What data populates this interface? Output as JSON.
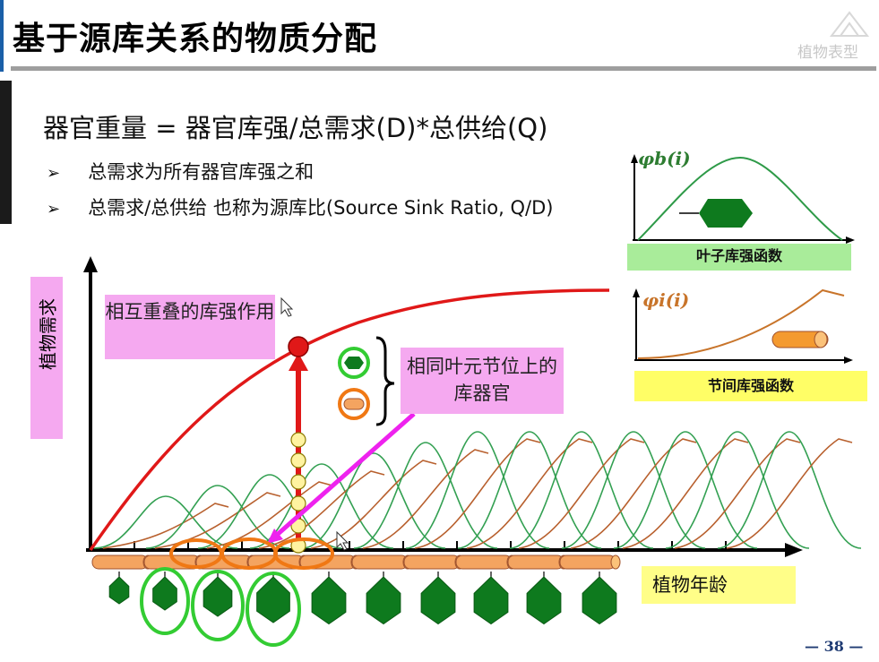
{
  "slide": {
    "title": "基于源库关系的物质分配",
    "formula": "器官重量 = 器官库强/总需求(D)*总供给(Q)",
    "bullets": [
      "总需求为所有器官库强之和",
      "总需求/总供给 也称为源库比(Source Sink Ratio, Q/D)"
    ],
    "bullet_marker": "➢",
    "watermark": "植物表型",
    "page_number": "— 38 —"
  },
  "annotations": {
    "overlap_label": "相互重叠的库强作用",
    "same_node_label": "相同叶元节位上的库器官",
    "y_axis_label": "植物需求",
    "x_axis_label": "植物年龄"
  },
  "insets": {
    "leaf": {
      "func_label": "φb(i)",
      "caption": "叶子库强函数",
      "curve_color": "#2e9a48"
    },
    "internode": {
      "func_label": "φi(i)",
      "caption": "节间库强函数",
      "curve_color": "#c8742a"
    }
  },
  "colors": {
    "total_demand": "#e01818",
    "leaf_curve": "#33a052",
    "internode_curve": "#b8602e",
    "highlight_orange": "#f07814",
    "highlight_green": "#33cc33",
    "leaf_fill": "#0e7a1e",
    "internode_fill": "#f4a460",
    "arrow_magenta": "#ee22ee"
  },
  "icons": [
    "leaf-icon",
    "internode-icon",
    "cursor-icon",
    "brace-icon"
  ]
}
